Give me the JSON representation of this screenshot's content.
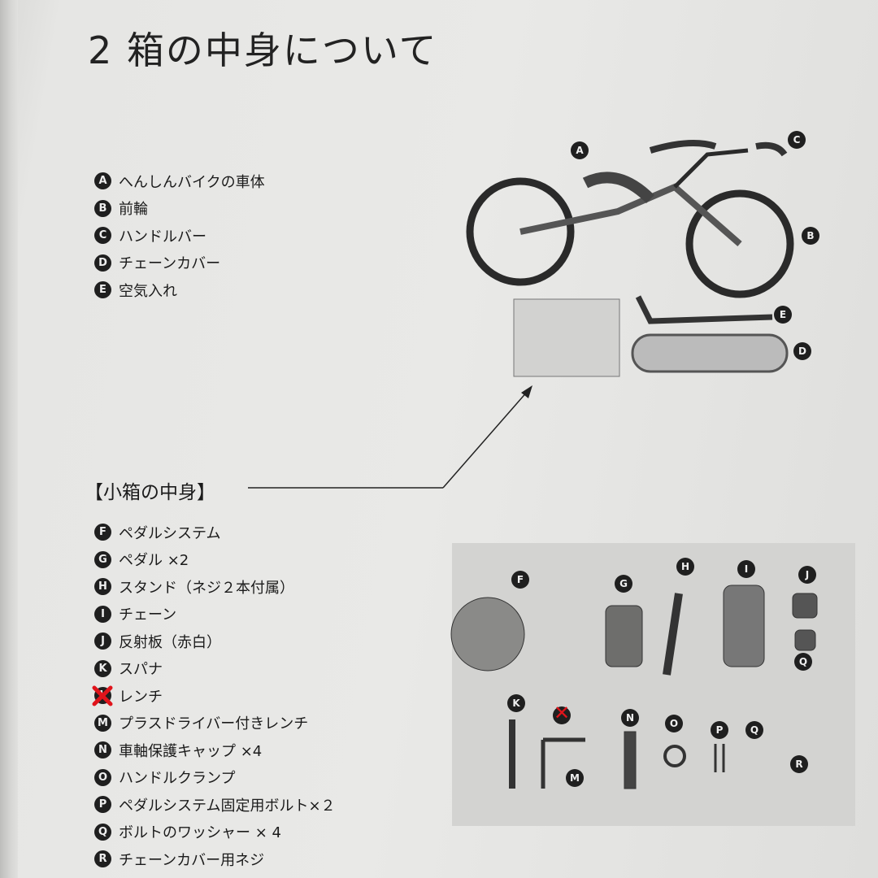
{
  "title": "2 箱の中身について",
  "main_items": [
    {
      "badge": "A",
      "label": "へんしんバイクの車体"
    },
    {
      "badge": "B",
      "label": "前輪"
    },
    {
      "badge": "C",
      "label": "ハンドルバー"
    },
    {
      "badge": "D",
      "label": "チェーンカバー"
    },
    {
      "badge": "E",
      "label": "空気入れ"
    }
  ],
  "small_box_heading": "【小箱の中身】",
  "small_box_items": [
    {
      "badge": "F",
      "label": "ペダルシステム"
    },
    {
      "badge": "G",
      "label": "ペダル ×2"
    },
    {
      "badge": "H",
      "label": "スタンド（ネジ２本付属）"
    },
    {
      "badge": "I",
      "label": "チェーン"
    },
    {
      "badge": "J",
      "label": "反射板（赤白）"
    },
    {
      "badge": "K",
      "label": "スパナ"
    },
    {
      "badge": "L",
      "label": "レンチ",
      "crossed_out": true
    },
    {
      "badge": "M",
      "label": "プラスドライバー付きレンチ"
    },
    {
      "badge": "N",
      "label": "車軸保護キャップ ×4"
    },
    {
      "badge": "O",
      "label": "ハンドルクランプ"
    },
    {
      "badge": "P",
      "label": "ペダルシステム固定用ボルト×２"
    },
    {
      "badge": "Q",
      "label": "ボルトのワッシャー × 4"
    },
    {
      "badge": "R",
      "label": "チェーンカバー用ネジ"
    }
  ],
  "bike_photo_labels": [
    "A",
    "B",
    "C",
    "D",
    "E"
  ],
  "parts_photo_labels": [
    "F",
    "G",
    "H",
    "I",
    "J",
    "Q",
    "K",
    "N",
    "O",
    "P",
    "Q",
    "M",
    "R"
  ],
  "cross_mark": "✕",
  "colors": {
    "cross": "#e0141b",
    "badge": "#1f1f1f"
  }
}
